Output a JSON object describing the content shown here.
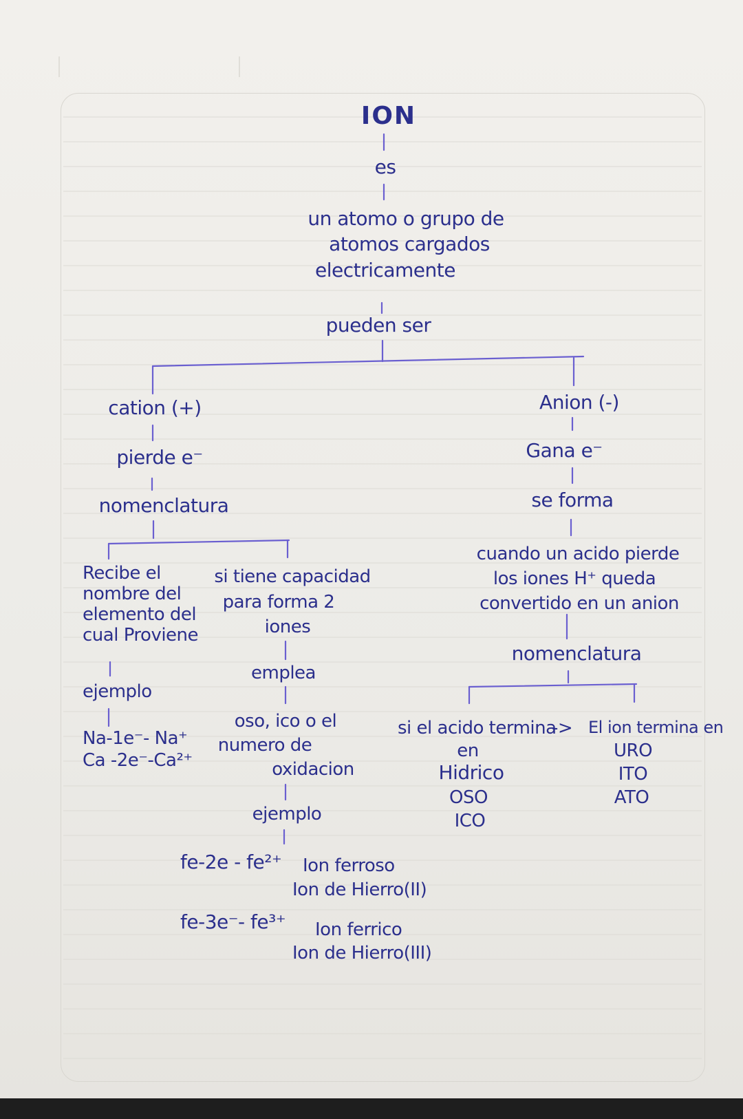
{
  "root": "ION",
  "link_es": "es",
  "definition": [
    "un atomo o grupo de",
    "atomos cargados",
    "electricamente"
  ],
  "link_pueden_ser": "pueden ser",
  "cation": {
    "title": "cation (+)",
    "property": "pierde e⁻",
    "nomenclature": "nomenclatura",
    "rule1": [
      "Recibe el",
      "nombre del",
      "elemento del",
      "cual Proviene"
    ],
    "rule1_example_label": "ejemplo",
    "rule1_examples": [
      "Na-1e⁻- Na⁺",
      "Ca -2e⁻-Ca²⁺"
    ],
    "rule2": [
      "si tiene capacidad",
      "para forma 2",
      "iones"
    ],
    "rule2_link": "emplea",
    "rule2_method": [
      "oso, ico o el",
      "numero de",
      "oxidacion"
    ],
    "rule2_example_label": "ejemplo",
    "example1_eq": "fe-2e - fe²⁺",
    "example1_names": [
      "Ion ferroso",
      "Ion de Hierro(II)"
    ],
    "example2_eq": "fe-3e⁻- fe³⁺",
    "example2_names": [
      "Ion ferrico",
      "Ion de Hierro(III)"
    ]
  },
  "anion": {
    "title": "Anion (-)",
    "property": "Gana e⁻",
    "link": "se forma",
    "formation": [
      "cuando un acido pierde",
      "los iones H⁺ queda",
      "convertido en un anion"
    ],
    "nomenclature": "nomenclatura",
    "acid_ending_header": "si el acido termina",
    "arrow": "->",
    "ion_ending_header": "El ion termina en",
    "en": "en",
    "acid_endings": [
      "Hidrico",
      "OSO",
      "ICO"
    ],
    "ion_endings": [
      "URO",
      "ITO",
      "ATO"
    ]
  },
  "colors": {
    "ink": "#2b2f8c",
    "line": "#6a5fd0",
    "paper": "#efeeea"
  }
}
